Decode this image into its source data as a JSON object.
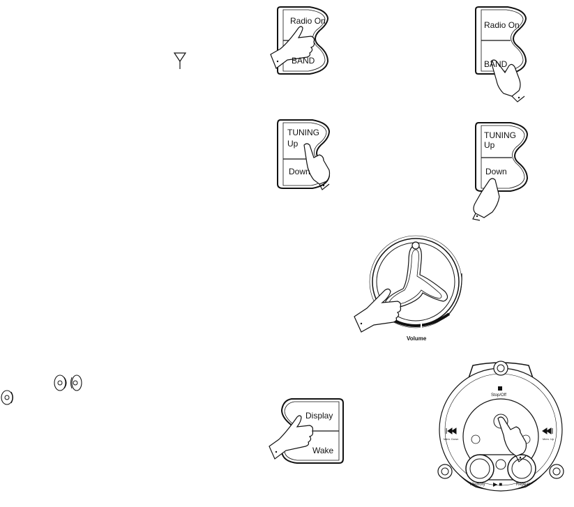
{
  "buttons": {
    "radio_on": "Radio On",
    "band": "BAND",
    "tuning": "TUNING",
    "up": "Up",
    "down": "Down",
    "display": "Display",
    "wake": "Wake"
  },
  "dial": {
    "volume_label": "Volume"
  },
  "cd_control": {
    "stop_off": "Stop/Off",
    "mem_down": "Mem. Down",
    "mem_up": "Mem. Up",
    "memory": "Memory",
    "play_stop_symbol": "▶ ■",
    "repeat": "Repeat"
  },
  "icons": [
    "antenna-icon",
    "speaker-icon",
    "headphone-icon",
    "hand-icon"
  ],
  "colors": {
    "ink": "#111111",
    "paper": "#ffffff"
  }
}
